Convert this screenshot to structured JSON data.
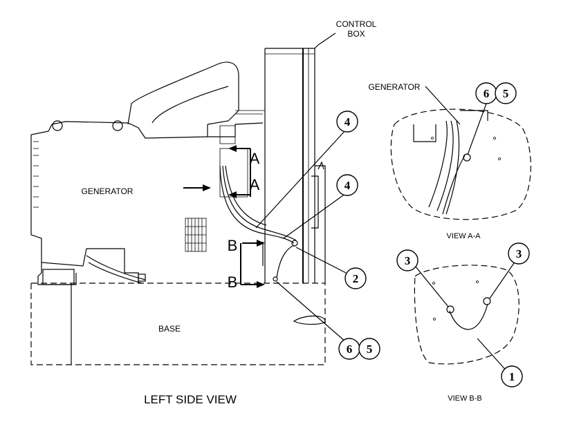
{
  "labels": {
    "control_box_line1": "CONTROL",
    "control_box_line2": "BOX",
    "generator_main": "GENERATOR",
    "generator_detail": "GENERATOR",
    "base": "BASE",
    "left_side_view": "LEFT SIDE VIEW",
    "view_aa": "VIEW A-A",
    "view_bb": "VIEW B-B",
    "section_a_upper": "A",
    "section_a_lower": "A",
    "section_b_upper": "B",
    "section_b_lower": "B"
  },
  "callouts": {
    "c4_upper": "4",
    "c4_lower": "4",
    "c2": "2",
    "c6_main": "6",
    "c5_main": "5",
    "c6_detail": "6",
    "c5_detail": "5",
    "c3_left": "3",
    "c3_right": "3",
    "c1": "1"
  }
}
